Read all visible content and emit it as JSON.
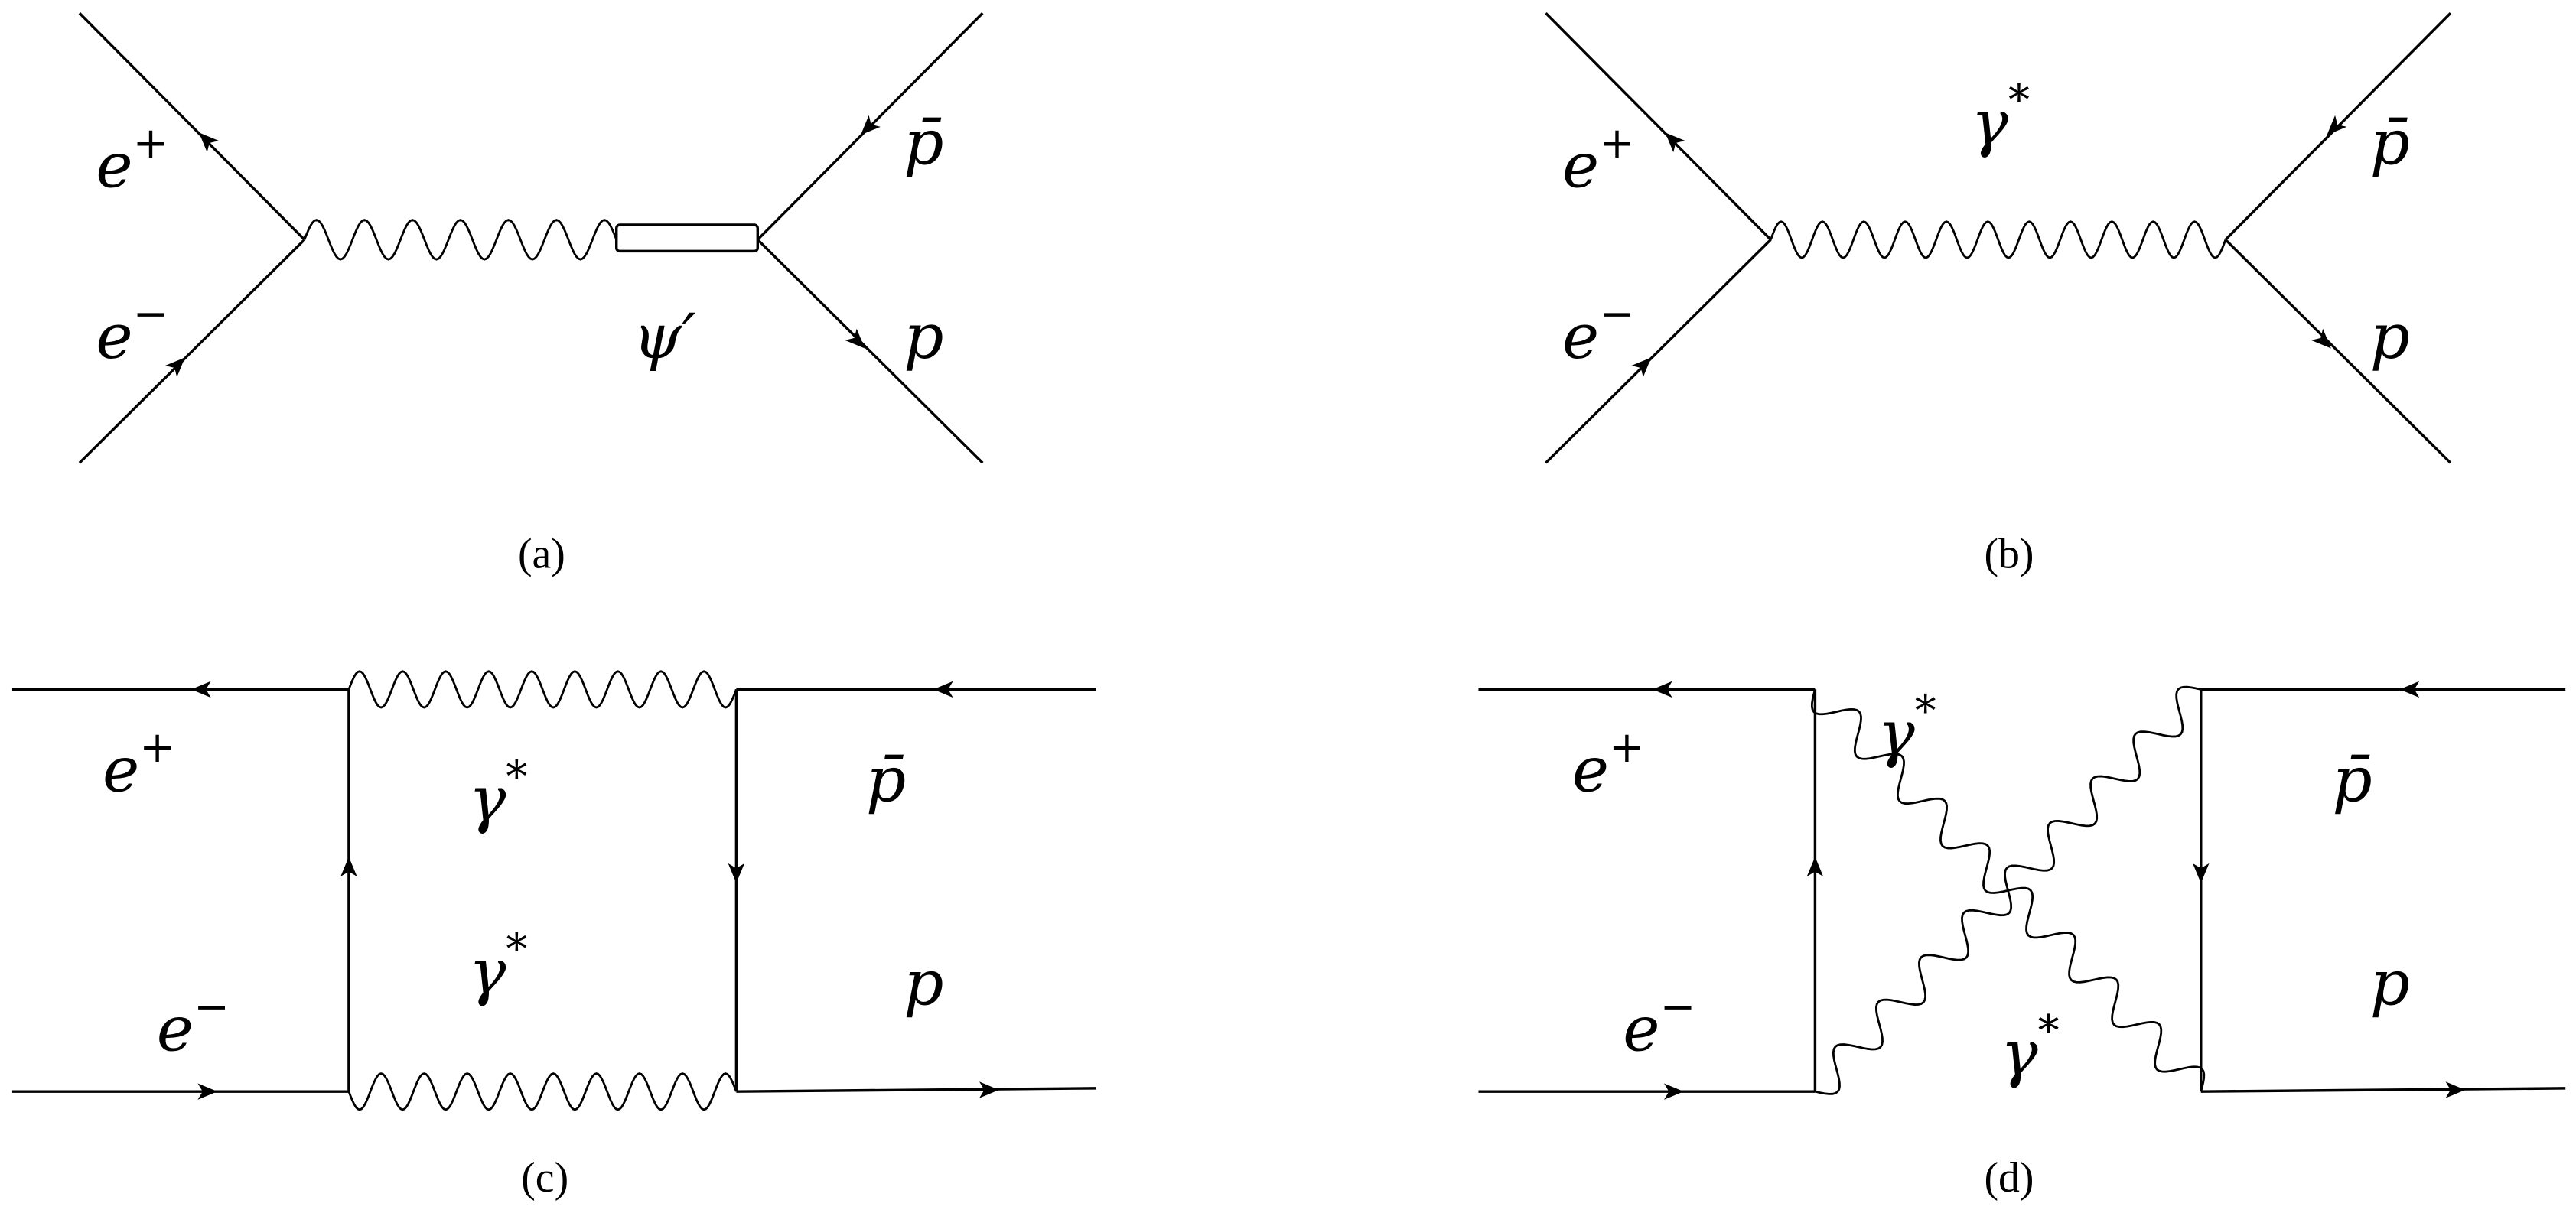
{
  "panels": {
    "a": {
      "caption": "(a)",
      "e_plus": {
        "base": "e",
        "sup": "+"
      },
      "e_minus": {
        "base": "e",
        "sup": "−"
      },
      "pbar": "p̄",
      "p": "p",
      "resonance": "ψ′"
    },
    "b": {
      "caption": "(b)",
      "e_plus": {
        "base": "e",
        "sup": "+"
      },
      "e_minus": {
        "base": "e",
        "sup": "−"
      },
      "pbar": "p̄",
      "p": "p",
      "photon": {
        "base": "γ",
        "sup": "*"
      }
    },
    "c": {
      "caption": "(c)",
      "e_plus": {
        "base": "e",
        "sup": "+"
      },
      "e_minus": {
        "base": "e",
        "sup": "−"
      },
      "pbar": "p̄",
      "p": "p",
      "photon_top": {
        "base": "γ",
        "sup": "*"
      },
      "photon_bottom": {
        "base": "γ",
        "sup": "*"
      }
    },
    "d": {
      "caption": "(d)",
      "e_plus": {
        "base": "e",
        "sup": "+"
      },
      "e_minus": {
        "base": "e",
        "sup": "−"
      },
      "pbar": "p̄",
      "p": "p",
      "photon_top": {
        "base": "γ",
        "sup": "*"
      },
      "photon_bottom": {
        "base": "γ",
        "sup": "*"
      }
    }
  }
}
